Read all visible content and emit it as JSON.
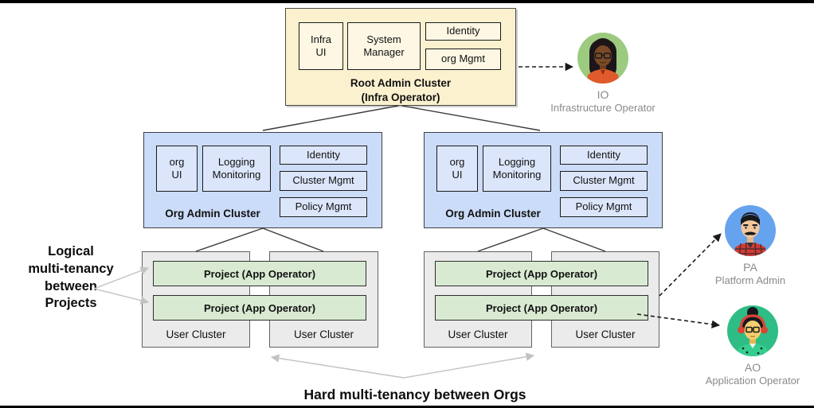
{
  "colors": {
    "root_fill": "#FBF1CF",
    "root_module_fill": "#FDF7E4",
    "org_fill": "#CBDCF9",
    "org_module_fill": "#DCE6FB",
    "user_cluster_fill": "#EBEBEB",
    "project_fill": "#D9EAD3",
    "connector": "#3a3a3a",
    "gray_arrow": "#c2c2c2",
    "io_circle": "#9CCB80",
    "pa_circle": "#66A3EE",
    "ao_circle": "#2EBD85"
  },
  "root_cluster": {
    "label": "Root Admin Cluster",
    "sublabel": "(Infra Operator)",
    "modules": {
      "infra_ui": "Infra UI",
      "system_manager": "System Manager",
      "identity": "Identity",
      "org_mgmt": "org Mgmt"
    }
  },
  "org_cluster": {
    "label": "Org Admin Cluster",
    "modules": {
      "org_ui": "org UI",
      "logging_monitoring": "Logging Monitoring",
      "identity": "Identity",
      "cluster_mgmt": "Cluster Mgmt",
      "policy_mgmt": "Policy Mgmt"
    }
  },
  "user_clusters": {
    "project_label": "Project (App Operator)",
    "cluster_label": "User Cluster"
  },
  "annotations": {
    "left": "Logical\nmulti-tenancy\nbetween\nProjects",
    "bottom": "Hard multi-tenancy between Orgs"
  },
  "personas": {
    "io": {
      "initials": "IO",
      "role": "Infrastructure Operator"
    },
    "pa": {
      "initials": "PA",
      "role": "Platform Admin"
    },
    "ao": {
      "initials": "AO",
      "role": "Application Operator"
    }
  }
}
